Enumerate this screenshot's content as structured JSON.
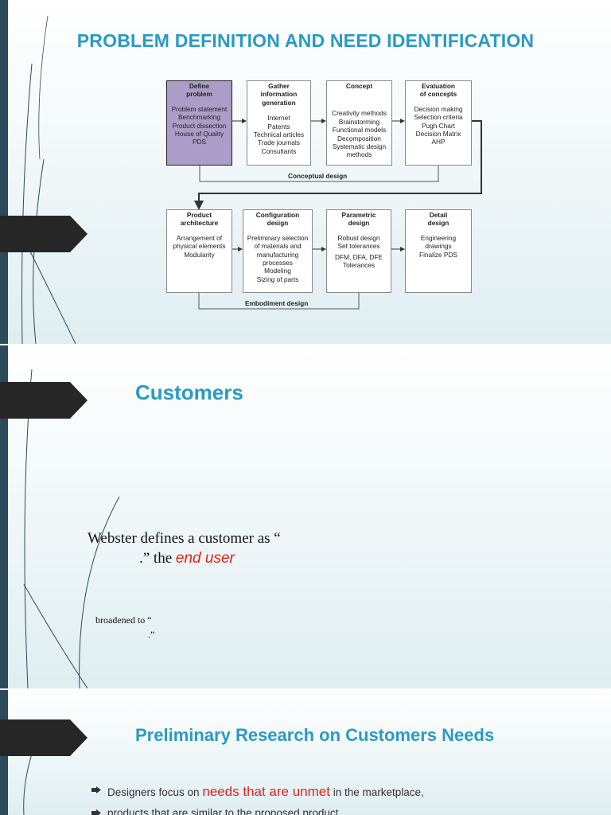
{
  "slide1": {
    "title": "PROBLEM DEFINITION AND NEED IDENTIFICATION",
    "boxes": [
      {
        "heading": [
          "Define",
          "problem"
        ],
        "lines": [
          "Problem statement",
          "Benchmarking",
          "Product dissection",
          "House of Quality",
          "PDS"
        ]
      },
      {
        "heading": [
          "Gather",
          "information",
          "generation"
        ],
        "lines": [
          "Internet",
          "Patents",
          "Technical articles",
          "Trade journals",
          "Consultants"
        ]
      },
      {
        "heading": [
          "Concept"
        ],
        "lines": [
          "Creativity methods",
          "Brainstorming",
          "Functional models",
          "Decomposition",
          "Systematic design",
          "methods"
        ]
      },
      {
        "heading": [
          "Evaluation",
          "of concepts"
        ],
        "lines": [
          "Decision making",
          "Selection criteria",
          "Pugh Chart",
          "Decision Matrix",
          "AHP"
        ]
      },
      {
        "heading": [
          "Product",
          "architecture"
        ],
        "lines": [
          "Arrangement of",
          "physical elements",
          "Modularity"
        ]
      },
      {
        "heading": [
          "Configuration",
          "design"
        ],
        "lines": [
          "Preliminary selection",
          "of materials and",
          "manufacturing",
          "processes",
          "Modeling",
          "Sizing of parts"
        ]
      },
      {
        "heading": [
          "Parametric",
          "design"
        ],
        "lines": [
          "Robust design",
          "Set tolerances",
          "DFM, DFA, DFE",
          "Tolerances"
        ]
      },
      {
        "heading": [
          "Detail",
          "design"
        ],
        "lines": [
          "Engineering",
          "drawings",
          "Finalize PDS"
        ]
      }
    ],
    "phase_top": "Conceptual design",
    "phase_bottom": "Embodiment design",
    "highlight_color": "#ab9dc7"
  },
  "slide2": {
    "title": "Customers",
    "line1": "Webster defines a customer as “",
    "line2_prefix": ".” the ",
    "line2_em": "end user",
    "line3": "broadened to “",
    "line4": ".”"
  },
  "slide3": {
    "title": "Preliminary Research on Customers Needs",
    "bullet1_prefix": "Designers focus on ",
    "bullet1_em": "needs that are unmet",
    "bullet1_suffix": " in the marketplace,",
    "bullet2": "products that are similar to the proposed product"
  },
  "colors": {
    "title": "#2a9ac4",
    "accent_red": "#e8201c",
    "bar": "#2b4a5c",
    "tab": "#262626"
  }
}
